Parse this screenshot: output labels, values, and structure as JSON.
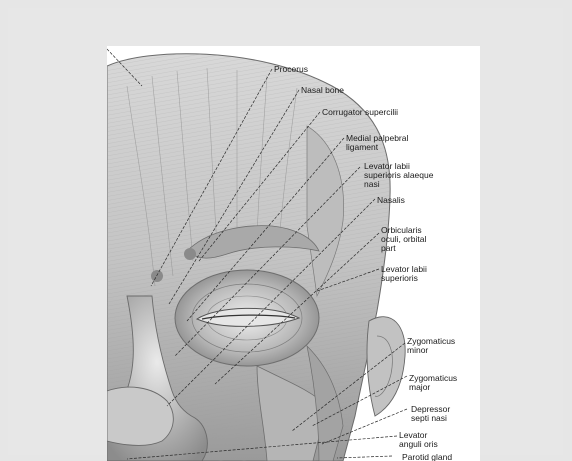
{
  "figure": {
    "labels": [
      {
        "id": "procerus",
        "text": "Procerus"
      },
      {
        "id": "nasal-bone",
        "text": "Nasal bone"
      },
      {
        "id": "corrugator-supercilii",
        "text": "Corrugator supercilii"
      },
      {
        "id": "medial-palpebral-ligament",
        "text": "Medial palpebral\nligament"
      },
      {
        "id": "levator-labii-superioris-alaeque-nasi",
        "text": "Levator labii\nsuperioris alaeque\nnasi"
      },
      {
        "id": "nasalis",
        "text": "Nasalis"
      },
      {
        "id": "orbicularis-oculi-orbital-part",
        "text": "Orbicularis\noculi, orbital\npart"
      },
      {
        "id": "levator-labii-superioris",
        "text": "Levator labii\nsuperioris"
      },
      {
        "id": "zygomaticus-minor",
        "text": "Zygomaticus\nminor"
      },
      {
        "id": "zygomaticus-major",
        "text": "Zygomaticus\nmajor"
      },
      {
        "id": "depressor-septi-nasi",
        "text": "Depressor\nsepti nasi"
      },
      {
        "id": "levator-anguli-oris",
        "text": "Levator\nanguli oris"
      },
      {
        "id": "parotid-gland",
        "text": "Parotid gland"
      }
    ],
    "colors": {
      "background": "#e6e6e6",
      "plate": "#ffffff",
      "skin_light": "#d4d4d4",
      "skin_mid": "#b0b0b0",
      "skin_dark": "#7a7a7a",
      "ink": "#1b1b1b",
      "marker_dot": "#8a8a8a"
    }
  }
}
